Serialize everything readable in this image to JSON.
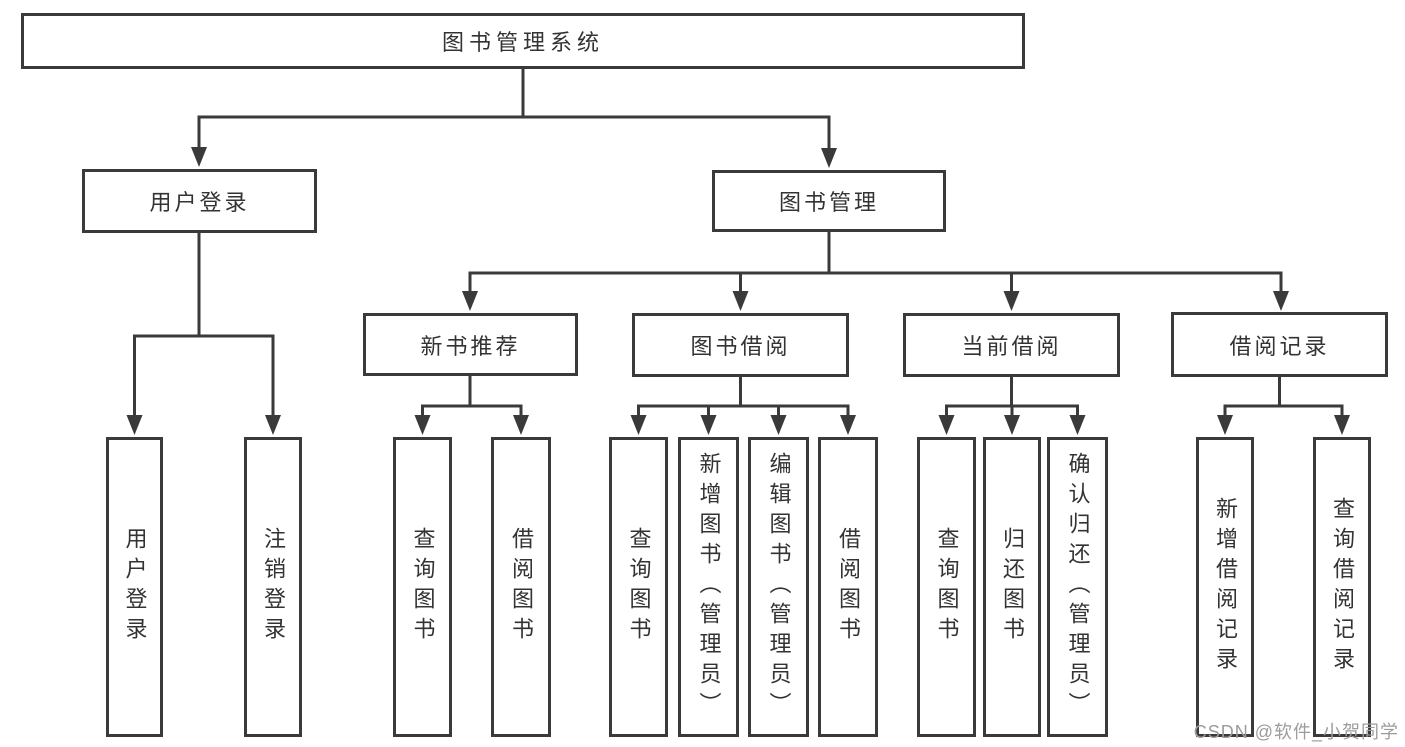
{
  "watermark": "CSDN @软件_小贺同学",
  "colors": {
    "line": "#3a3a3a",
    "text": "#333333",
    "background": "#ffffff",
    "watermark": "#9c9c9c"
  },
  "tree": {
    "root": {
      "label": "图书管理系统"
    },
    "user_login": {
      "label": "用户登录",
      "children": [
        {
          "label": "用户登录"
        },
        {
          "label": "注销登录"
        }
      ]
    },
    "book_mgmt": {
      "label": "图书管理",
      "children": {
        "new_book_rec": {
          "label": "新书推荐",
          "children": [
            {
              "label": "查询图书"
            },
            {
              "label": "借阅图书"
            }
          ]
        },
        "book_borrow": {
          "label": "图书借阅",
          "children": [
            {
              "label": "查询图书"
            },
            {
              "label": "新增图书（管理员）"
            },
            {
              "label": "编辑图书（管理员）"
            },
            {
              "label": "借阅图书"
            }
          ]
        },
        "current_borrow": {
          "label": "当前借阅",
          "children": [
            {
              "label": "查询图书"
            },
            {
              "label": "归还图书"
            },
            {
              "label": "确认归还（管理员）"
            }
          ]
        },
        "borrow_records": {
          "label": "借阅记录",
          "children": [
            {
              "label": "新增借阅记录"
            },
            {
              "label": "查询借阅记录"
            }
          ]
        }
      }
    }
  }
}
